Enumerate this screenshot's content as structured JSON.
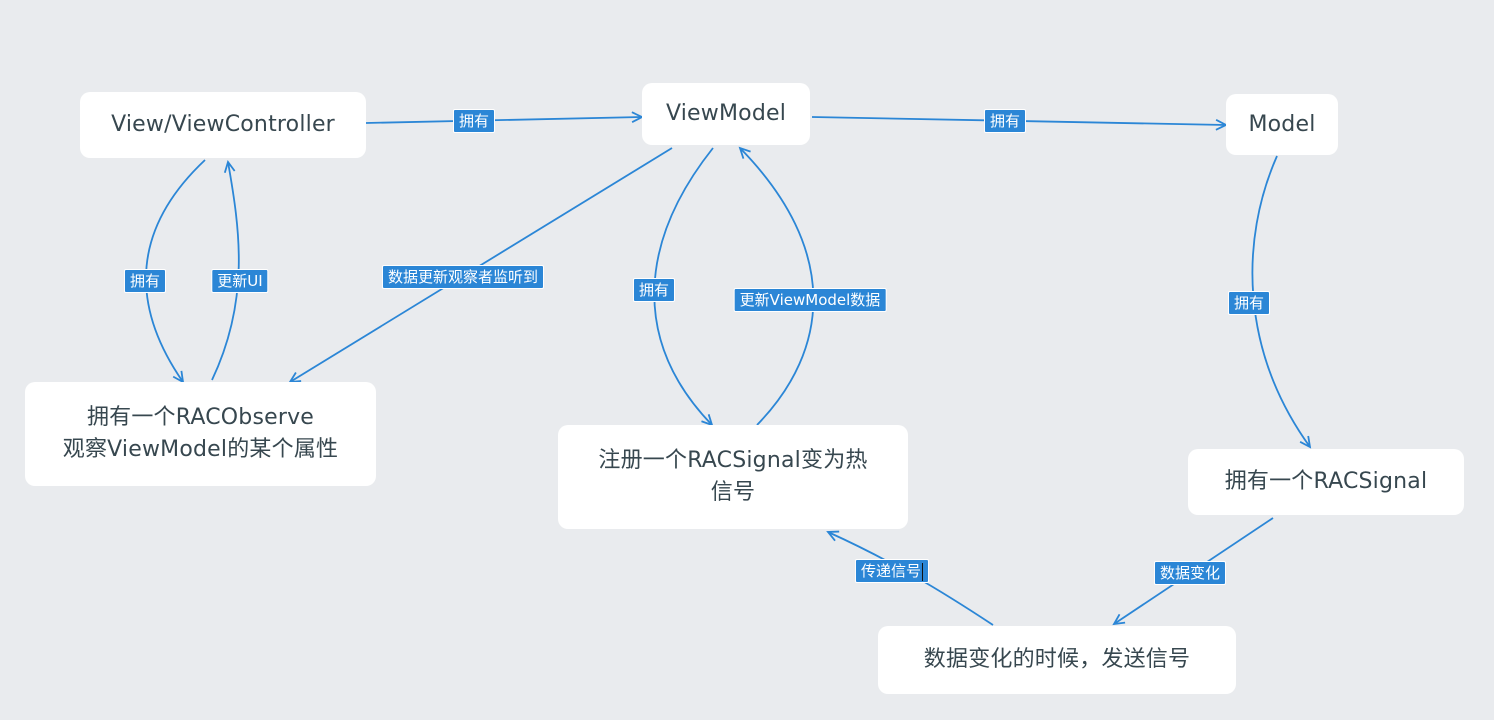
{
  "nodes": {
    "view_controller": "View/ViewController",
    "view_model": "ViewModel",
    "model": "Model",
    "rac_observe": "拥有一个RACObserve\n观察ViewModel的某个属性",
    "rac_signal_hot": "注册一个RACSignal变为热\n信号",
    "rac_signal": "拥有一个RACSignal",
    "data_change": "数据变化的时候，发送信号"
  },
  "edge_labels": {
    "vc_to_vm": "拥有",
    "vm_to_model": "拥有",
    "vc_to_observe": "拥有",
    "observe_to_vc": "更新UI",
    "vm_to_observe": "数据更新观察者监听到",
    "vm_to_hot": "拥有",
    "hot_to_vm": "更新ViewModel数据",
    "model_to_signal": "拥有",
    "change_to_hot": "传递信号",
    "signal_to_change": "数据变化"
  },
  "colors": {
    "background": "#e9ebee",
    "node_fill": "#ffffff",
    "node_text": "#37474f",
    "edge": "#2b86d6",
    "label_fill": "#2b86d6",
    "label_text": "#ffffff"
  }
}
